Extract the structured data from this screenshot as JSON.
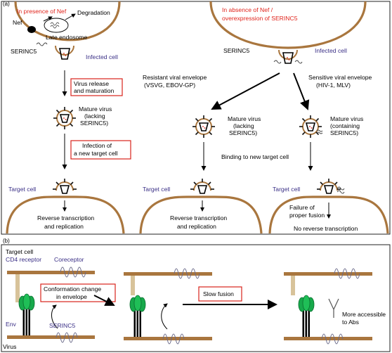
{
  "panel_a": {
    "label": "(a)",
    "top_left": {
      "header_line1": "In presence of Nef",
      "nef": "Nef",
      "degradation": "Degradation",
      "late_endosome": "Late endosome",
      "serinc5": "SERINC5",
      "infected_cell": "Infected cell",
      "box1_line1": "Virus release",
      "box1_line2": "and maturation",
      "mature_line1": "Mature virus",
      "mature_line2": "(lacking",
      "mature_line3": "SERINC5)",
      "box2_line1": "Infection of",
      "box2_line2": "a new target cell",
      "target_cell": "Target cell",
      "rt_line1": "Reverse transcription",
      "rt_line2": "and replication"
    },
    "top_right": {
      "header_line1": "In absence of Nef /",
      "header_line2": "overexpression of SERINC5",
      "serinc5": "SERINC5",
      "infected_cell": "Infected cell",
      "resistant_line1": "Resistant viral envelope",
      "resistant_line2": "(VSVG, EBOV-GP)",
      "sensitive_line1": "Sensitive viral envelope",
      "sensitive_line2": "(HIV-1, MLV)",
      "mature_a_line1": "Mature virus",
      "mature_a_line2": "(lacking",
      "mature_a_line3": "SERINC5)",
      "mature_b_line1": "Mature virus",
      "mature_b_line2": "(containing",
      "mature_b_line3": "SERINC5)",
      "binding": "Binding to new target cell",
      "target_cell_a": "Target cell",
      "target_cell_b": "Target cell",
      "rt_line1": "Reverse transcription",
      "rt_line2": "and replication",
      "failure_line1": "Failure of",
      "failure_line2": "proper fusion",
      "no_rt": "No reverse transcription"
    }
  },
  "panel_b": {
    "label": "(b)",
    "target_cell": "Target cell",
    "cd4": "CD4 receptor",
    "coreceptor": "Coreceptor",
    "box1_line1": "Conformation change",
    "box1_line2": "in envelope",
    "env": "Env",
    "serinc5": "SERINC5",
    "virus": "Virus",
    "box2": "Slow fusion",
    "abs_line1": "More accessible",
    "abs_line2": "to Abs"
  }
}
